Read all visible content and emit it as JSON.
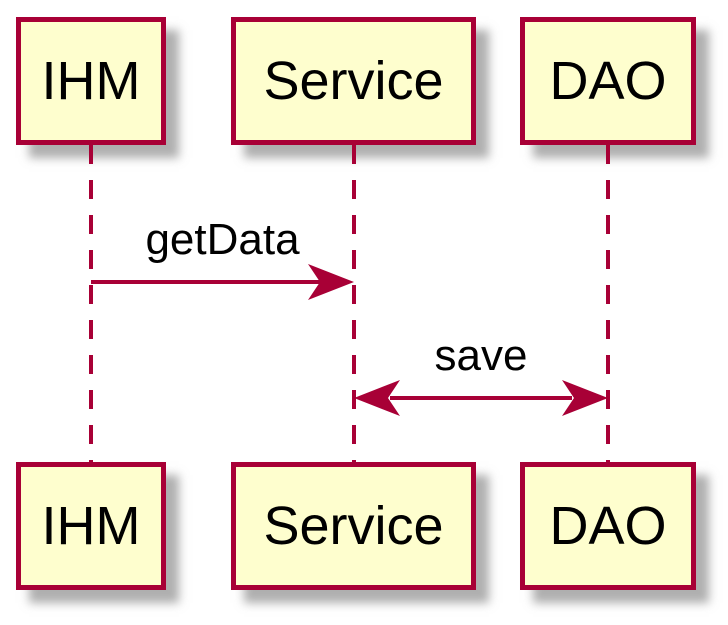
{
  "diagram": {
    "kind": "sequence-diagram",
    "participants": [
      {
        "name": "IHM"
      },
      {
        "name": "Service"
      },
      {
        "name": "DAO"
      }
    ],
    "messages": [
      {
        "from": "IHM",
        "to": "Service",
        "label": "getData",
        "direction": "right"
      },
      {
        "from": "Service",
        "to": "DAO",
        "label": "save",
        "direction": "both"
      }
    ],
    "colors": {
      "border": "#a80036",
      "box_fill": "#fefece",
      "text": "#000000",
      "background": "#ffffff"
    }
  }
}
